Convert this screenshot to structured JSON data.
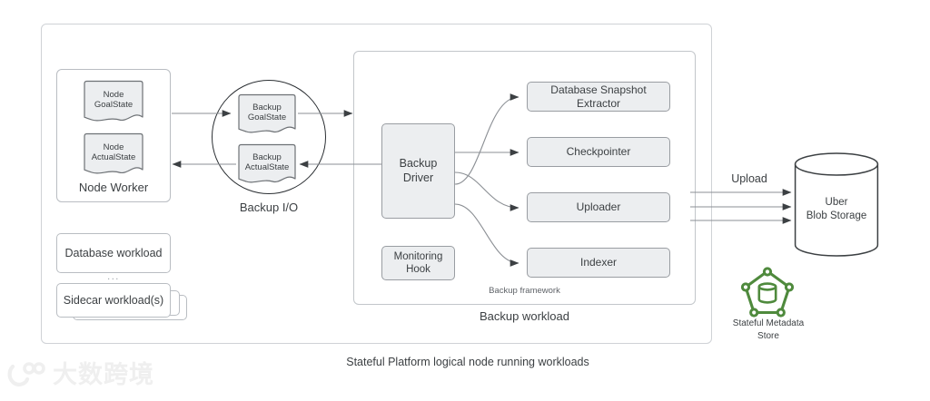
{
  "diagram": {
    "title_caption": "Stateful Platform logical node running workloads",
    "colors": {
      "box_fill": "#eceef0",
      "box_stroke": "#999da2",
      "container_stroke": "#cfd2d6",
      "text": "#3c4043",
      "wire": "#8b8f94",
      "metadata_green": "#4f8a3d",
      "watermark": "#efefef"
    },
    "outer_container": {
      "name": "stateful-platform-node",
      "caption": "Stateful Platform logical node running workloads"
    },
    "node_worker": {
      "caption": "Node Worker",
      "documents": [
        {
          "line1": "Node",
          "line2": "GoalState"
        },
        {
          "line1": "Node",
          "line2": "ActualState"
        }
      ]
    },
    "workloads": [
      {
        "label": "Database workload"
      },
      {
        "label": "Sidecar workload(s)"
      }
    ],
    "workload_ellipsis": "...",
    "backup_io": {
      "caption": "Backup I/O",
      "documents": [
        {
          "line1": "Backup",
          "line2": "GoalState"
        },
        {
          "line1": "Backup",
          "line2": "ActualState"
        }
      ]
    },
    "backup_workload": {
      "caption": "Backup workload",
      "framework_label": "Backup framework",
      "driver": {
        "line1": "Backup",
        "line2": "Driver"
      },
      "monitoring_hook": {
        "line1": "Monitoring",
        "line2": "Hook"
      },
      "components": [
        {
          "label": "Database Snapshot Extractor"
        },
        {
          "label": "Checkpointer"
        },
        {
          "label": "Uploader"
        },
        {
          "label": "Indexer"
        }
      ]
    },
    "upload_label": "Upload",
    "blob_storage": {
      "line1": "Uber",
      "line2": "Blob Storage"
    },
    "metadata_store": {
      "line1": "Stateful Metadata",
      "line2": "Store"
    },
    "watermark": {
      "text": "大数跨境"
    }
  }
}
